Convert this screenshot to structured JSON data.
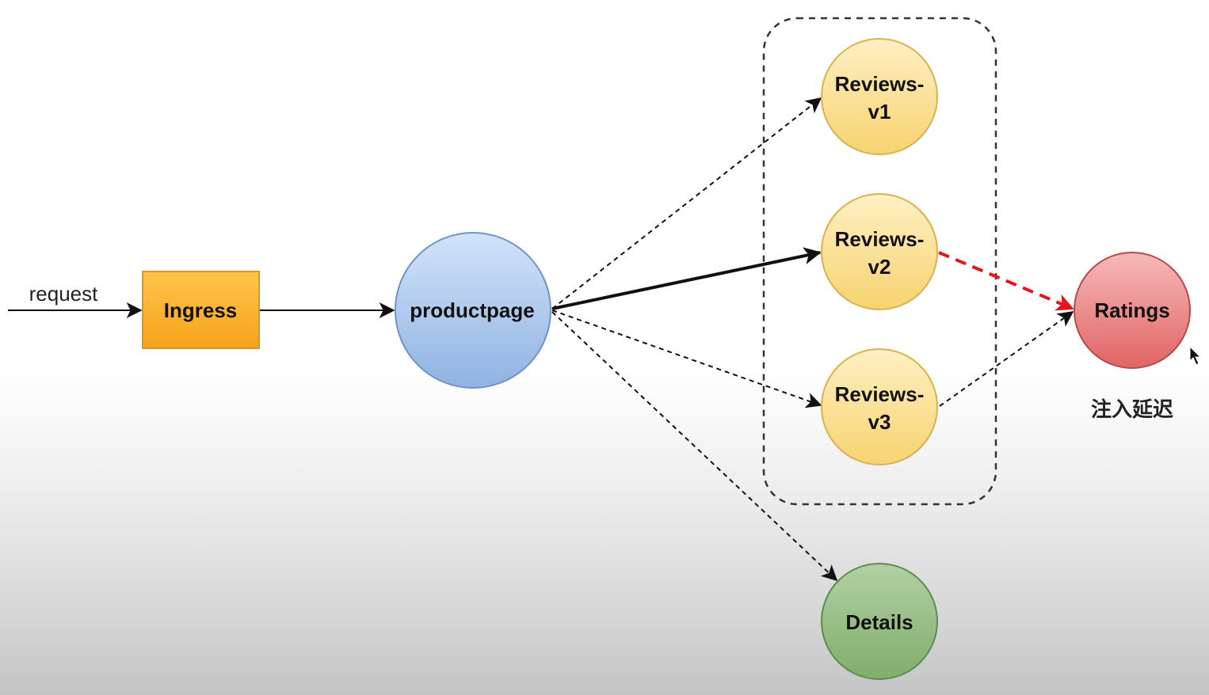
{
  "diagram": {
    "title": "",
    "colors": {
      "ingress_fill_top": "#fdc54a",
      "ingress_fill_bottom": "#f7a21b",
      "ingress_stroke": "#d49a1f",
      "productpage_fill_top": "#d2e3f8",
      "productpage_fill_bottom": "#8fb3e3",
      "productpage_stroke": "#6f93c7",
      "reviews_fill_top": "#fff0c4",
      "reviews_fill_bottom": "#f7d370",
      "reviews_stroke": "#d9b24e",
      "ratings_fill_top": "#f7b9b9",
      "ratings_fill_bottom": "#e06464",
      "ratings_stroke": "#b84a4a",
      "details_fill_top": "#b3d0a4",
      "details_fill_bottom": "#7fae6b",
      "details_stroke": "#5e8c4f",
      "edge": "#111111",
      "fault_edge": "#e8141b"
    },
    "entry": {
      "label": "request"
    },
    "nodes": [
      {
        "id": "ingress",
        "label": "Ingress",
        "shape": "rect"
      },
      {
        "id": "productpage",
        "label": "productpage",
        "shape": "circle"
      },
      {
        "id": "reviews-v1",
        "label_line1": "Reviews-",
        "label_line2": "v1",
        "shape": "circle"
      },
      {
        "id": "reviews-v2",
        "label_line1": "Reviews-",
        "label_line2": "v2",
        "shape": "circle"
      },
      {
        "id": "reviews-v3",
        "label_line1": "Reviews-",
        "label_line2": "v3",
        "shape": "circle"
      },
      {
        "id": "ratings",
        "label": "Ratings",
        "shape": "circle"
      },
      {
        "id": "details",
        "label": "Details",
        "shape": "circle"
      }
    ],
    "group": {
      "id": "reviews-group",
      "members": [
        "reviews-v1",
        "reviews-v2",
        "reviews-v3"
      ],
      "style": "dashed"
    },
    "edges": [
      {
        "from": "request",
        "to": "ingress",
        "style": "solid"
      },
      {
        "from": "ingress",
        "to": "productpage",
        "style": "solid"
      },
      {
        "from": "productpage",
        "to": "reviews-v1",
        "style": "dashed"
      },
      {
        "from": "productpage",
        "to": "reviews-v2",
        "style": "bold"
      },
      {
        "from": "productpage",
        "to": "reviews-v3",
        "style": "dashed"
      },
      {
        "from": "productpage",
        "to": "details",
        "style": "dashed"
      },
      {
        "from": "reviews-v2",
        "to": "ratings",
        "style": "fault-dashed"
      },
      {
        "from": "reviews-v3",
        "to": "ratings",
        "style": "dashed"
      }
    ],
    "annotation": {
      "target": "ratings",
      "text": "注入延迟"
    }
  }
}
